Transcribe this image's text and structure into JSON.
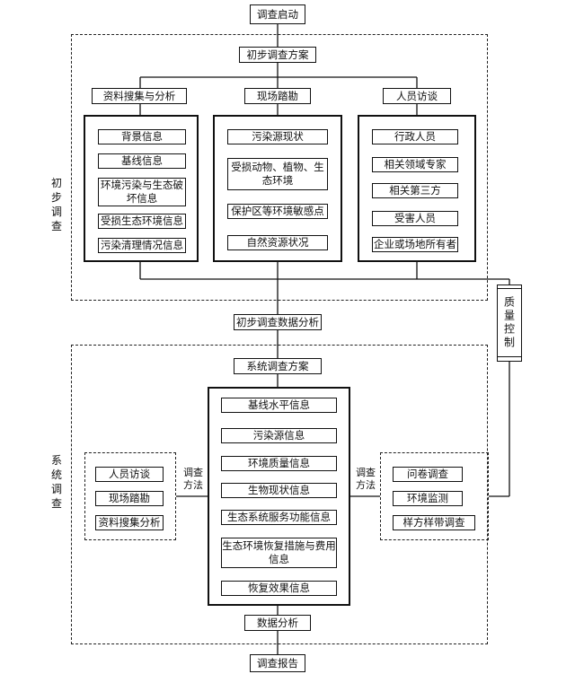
{
  "top": {
    "start": "调查启动",
    "report": "调查报告"
  },
  "preliminary": {
    "label": "初步调查",
    "plan": "初步调查方案",
    "branches": [
      {
        "title": "资料搜集与分析",
        "items": [
          "背景信息",
          "基线信息",
          "环境污染与生态破坏信息",
          "受损生态环境信息",
          "污染清理情况信息"
        ]
      },
      {
        "title": "现场踏勘",
        "items": [
          "污染源现状",
          "受损动物、植物、生态环境",
          "保护区等环境敏感点",
          "自然资源状况"
        ]
      },
      {
        "title": "人员访谈",
        "items": [
          "行政人员",
          "相关领域专家",
          "相关第三方",
          "受害人员",
          "企业或场地所有者"
        ]
      }
    ],
    "analysis": "初步调查数据分析"
  },
  "quality_control": "质量控制",
  "systematic": {
    "label": "系统调查",
    "plan": "系统调查方案",
    "items": [
      "基线水平信息",
      "污染源信息",
      "环境质量信息",
      "生物现状信息",
      "生态系统服务功能信息",
      "生态环境恢复措施与费用信息",
      "恢复效果信息"
    ],
    "left_label": "调查方法",
    "left_methods": [
      "人员访谈",
      "现场踏勘",
      "资料搜集分析"
    ],
    "right_label": "调查方法",
    "right_methods": [
      "问卷调查",
      "环境监测",
      "样方样带调查"
    ],
    "data_analysis": "数据分析"
  }
}
